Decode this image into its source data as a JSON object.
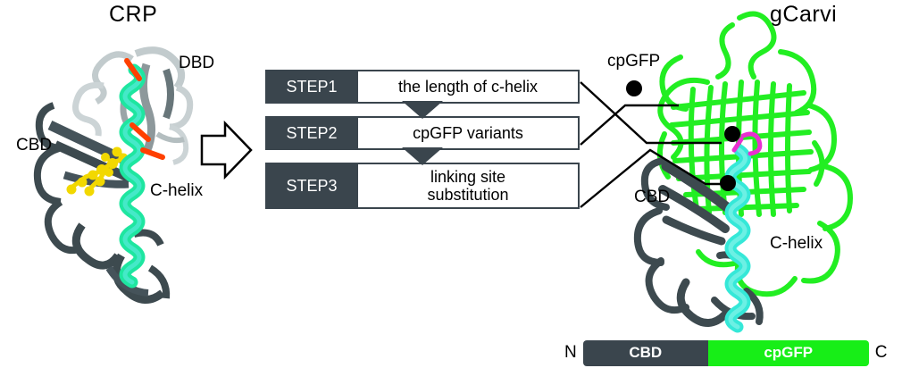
{
  "figure": {
    "left_panel": {
      "title": "CRP",
      "annotations": [
        {
          "id": "dbd",
          "label": "DBD"
        },
        {
          "id": "cbd",
          "label": "CBD"
        },
        {
          "id": "chelix",
          "label": "C-helix"
        }
      ],
      "structure_colors": {
        "backbone_dark": "#3d4a4f",
        "backbone_light": "#c8d0d2",
        "c_helix": "#1ee6a0",
        "c_helix_tip": "#30e8e0",
        "ligand_camp": "#f2d800",
        "linking_site": "#ff4000"
      }
    },
    "transition_arrow": {
      "direction": "right",
      "style": "open-block-arrow"
    },
    "steps": [
      {
        "key": "STEP1",
        "text": "the length of c-helix"
      },
      {
        "key": "STEP2",
        "text": "cpGFP variants"
      },
      {
        "key": "STEP3",
        "text": "linking site\nsubstitution"
      }
    ],
    "step_style": {
      "key_bg": "#3a454d",
      "key_fg": "#ffffff",
      "value_bg": "#ffffff",
      "border": "#3a454d"
    },
    "right_panel": {
      "title": "gCarvi",
      "annotations": [
        {
          "id": "cpgfp",
          "label": "cpGFP"
        },
        {
          "id": "cbd",
          "label": "CBD"
        },
        {
          "id": "chelix",
          "label": "C-helix"
        }
      ],
      "structure_colors": {
        "cpgfp_barrel": "#22EE22",
        "c_helix": "#35e8d8",
        "cbd_dark": "#3d4a4f",
        "chromophore": "#ea2fd0"
      },
      "leader_lines": [
        {
          "from": "STEP1",
          "to": "c-helix-junction-dot"
        },
        {
          "from": "STEP2",
          "to": "cpgfp-barrel-dot"
        },
        {
          "from": "STEP3",
          "to": "linking-site-dot"
        }
      ]
    },
    "domain_bar": {
      "n_terminus": "N",
      "c_terminus": "C",
      "segments": [
        {
          "label": "CBD",
          "color": "#3a454d"
        },
        {
          "label": "cpGFP",
          "color": "#17EE17"
        }
      ]
    }
  }
}
